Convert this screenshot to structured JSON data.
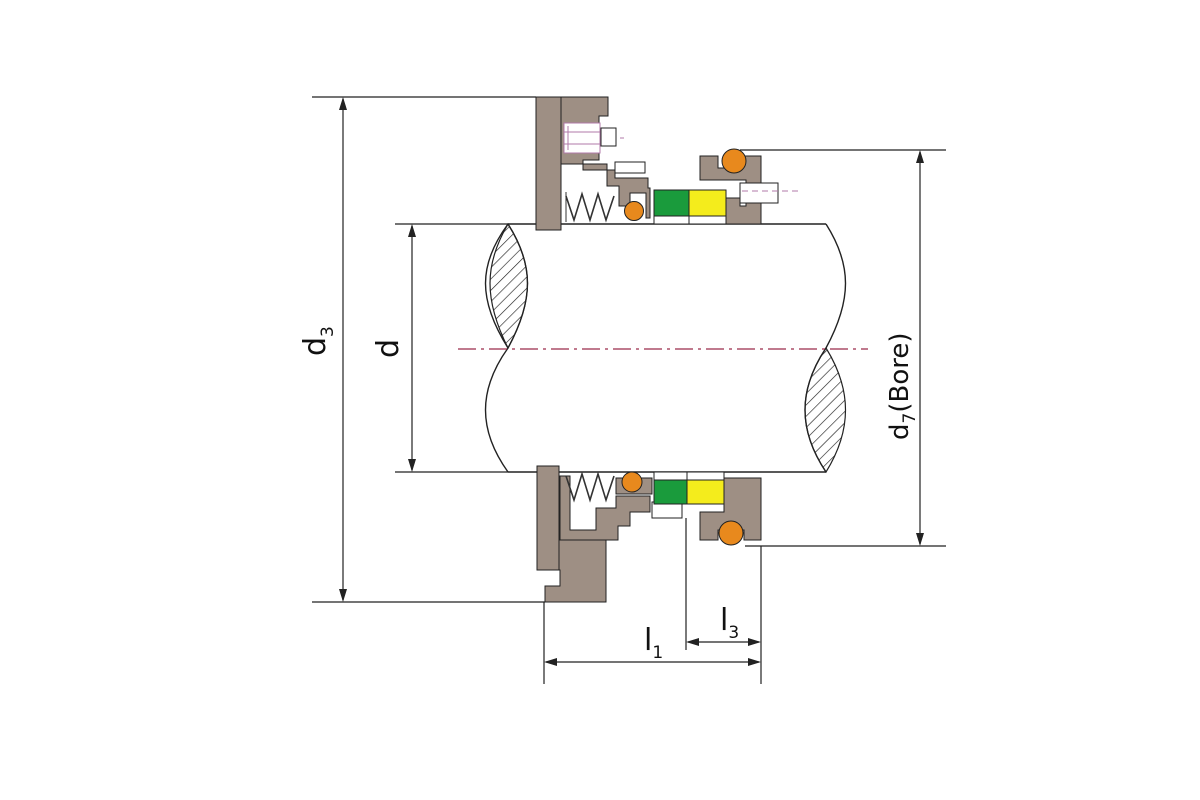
{
  "diagram": {
    "labels": {
      "d3": {
        "main": "d",
        "sub": "3"
      },
      "d": {
        "main": "d"
      },
      "d7": {
        "main": "d",
        "sub": "7",
        "suffix": "(Bore)"
      },
      "l1": {
        "main": "l",
        "sub": "1"
      },
      "l3": {
        "main": "l",
        "sub": "3"
      }
    },
    "colors": {
      "metal": "#9e8f84",
      "orange_oring": "#e8891d",
      "green_face": "#1a9b3c",
      "yellow_face": "#f4ec1c",
      "centerline": "#9b2a4a",
      "spring_line": "#333333",
      "screw_line": "#b07aa8",
      "outline": "#222222"
    }
  }
}
